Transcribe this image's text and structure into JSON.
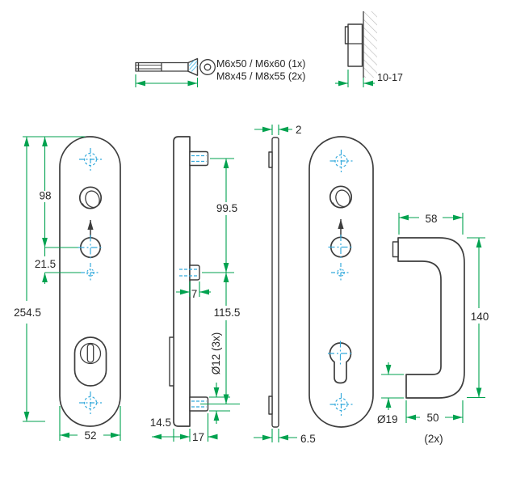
{
  "drawing": {
    "title": "security-fitting-technical-drawing",
    "screw": {
      "note_line1": "M6x50 / M6x60 (1x)",
      "note_line2": "M8x45 / M8x55 (2x)"
    },
    "door_section": {
      "grip_range": "10-17"
    },
    "outer_plate": {
      "top_hole_offset": "98",
      "hole_spacing": "21.5",
      "total_height": "254.5",
      "width": "52"
    },
    "profile": {
      "upper_boss_spacing": "99.5",
      "mid_boss_protrusion": "7",
      "lower_boss_spacing": "115.5",
      "boss_diameter": "Ø12 (3x)",
      "plate_thickness": "14.5",
      "boss_length": "17"
    },
    "inner_plate": {
      "thickness": "2",
      "edge_offset": "6.5"
    },
    "handle": {
      "top_width": "58",
      "height": "140",
      "tube_diameter": "Ø19",
      "bottom_width": "50",
      "quantity": "(2x)"
    },
    "colors": {
      "outline": "#3d3d3d",
      "dimension_green": "#00a24f",
      "centerline_cyan": "#35aadc",
      "hatch_gray": "#b9b9b9",
      "background": "#ffffff"
    }
  }
}
